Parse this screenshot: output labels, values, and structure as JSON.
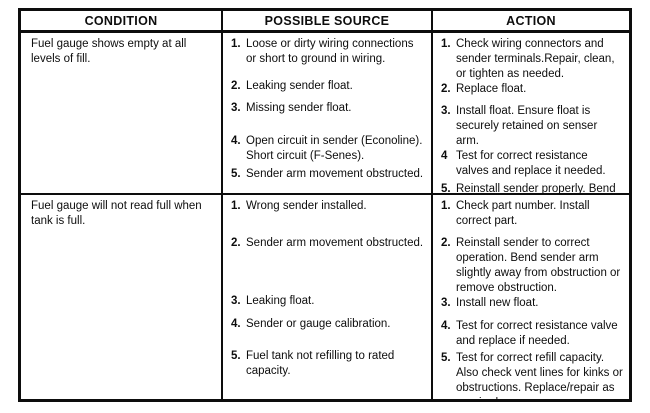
{
  "header": {
    "condition": "CONDITION",
    "possible_source": "POSSIBLE SOURCE",
    "action": "ACTION"
  },
  "rows": [
    {
      "condition": "Fuel gauge shows empty at all levels of fill.",
      "items": [
        {
          "source_num": "1.",
          "source": "Loose or dirty wiring connections or short to ground in wiring.",
          "action_num": "1.",
          "action": "Check wiring connectors and sender terminals.Repair, clean, or tighten as needed."
        },
        {
          "source_num": "2.",
          "source": "Leaking sender float.",
          "action_num": "2.",
          "action": "Replace float."
        },
        {
          "source_num": "3.",
          "source": "Missing sender float.",
          "action_num": "3.",
          "action": "Install float. Ensure float is securely retained on senser arm."
        },
        {
          "source_num": "4.",
          "source": "Open circuit in sender (Econoline). Short circuit (F-Senes).",
          "action_num": "4",
          "action": "Test for correct resistance valves and replace it needed."
        },
        {
          "source_num": "5.",
          "source": "Sender arm movement obstructed.",
          "action_num": "5.",
          "action": "Reinstall sender properly. Bend arm to correct position if needed."
        }
      ]
    },
    {
      "condition": "Fuel gauge will not read full when tank is full.",
      "items": [
        {
          "source_num": "1.",
          "source": "Wrong sender installed.",
          "action_num": "1.",
          "action": "Check part number. Install correct part."
        },
        {
          "source_num": "2.",
          "source": "Sender arm movement obstructed.",
          "action_num": "2.",
          "action": "Reinstall sender to correct operation. Bend sender arm slightly away from obstruction or remove obstruction."
        },
        {
          "source_num": "3.",
          "source": "Leaking float.",
          "action_num": "3.",
          "action": "Install new float."
        },
        {
          "source_num": "4.",
          "source": "Sender or gauge calibration.",
          "action_num": "4.",
          "action": "Test for correct resistance valve and replace if needed."
        },
        {
          "source_num": "5.",
          "source": "Fuel tank not refilling to rated capacity.",
          "action_num": "5.",
          "action": "Test for correct refill capacity. Also check vent lines for kinks or obstructions. Replace/repair as required."
        }
      ]
    }
  ]
}
